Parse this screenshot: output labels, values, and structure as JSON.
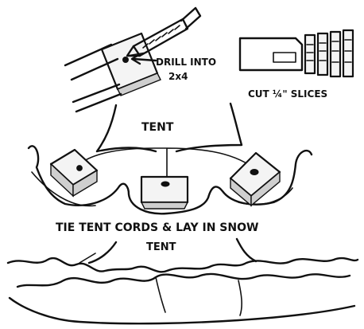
{
  "labels": {
    "drill_line1": "DRILL INTO",
    "drill_line2": "2x4",
    "cut_slices": "CUT ¼\" SLICES",
    "tent_top": "TENT",
    "tie_cords": "TIE TENT CORDS & LAY IN SNOW",
    "tent_bottom": "TENT"
  }
}
